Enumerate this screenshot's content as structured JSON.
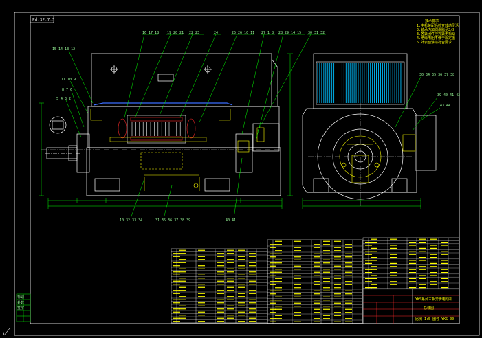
{
  "drawing": {
    "stamp_top_left": "Pd.32.7.3",
    "top_callouts": [
      "16 17 18",
      "19 20 21",
      "22 23",
      "24",
      "25 26 10 11",
      "27 1 8",
      "28 29 14 15",
      "30 31 32"
    ],
    "left_callouts": [
      "15 14 13 12",
      "11 10 9",
      "8 7 6",
      "5 4 3 2"
    ],
    "bottom_callouts": [
      "10 32 33 34",
      "31 35 36 37 38 39",
      "40 41"
    ],
    "right_view_callouts": [
      "30 34 35 36 37 38",
      "39 40 41 42",
      "43 44"
    ],
    "notes_title": "技术要求",
    "notes_lines": [
      "1.电机装配后检查转动灵活",
      "2.轴承内加润滑脂至2/3",
      "3.各紧固件应拧紧无松动",
      "4.绝缘电阻不低于规定值",
      "5.外表面涂漆符合要求"
    ],
    "title_block": {
      "name_label": "YKS系列三相异步电动机",
      "drawing_no": "总装图",
      "scale_row": "比例 1:5 图号 YKS-00"
    },
    "left_strip_labels": [
      "标记",
      "处数",
      "签字"
    ]
  },
  "colors": {
    "background": "#000000",
    "frame": "#ffffff",
    "geometry": "#ffffff",
    "callout": "#00ff00",
    "dimension": "#ffff00",
    "hatch": "#00bfff",
    "part": "#ff2a2a"
  }
}
